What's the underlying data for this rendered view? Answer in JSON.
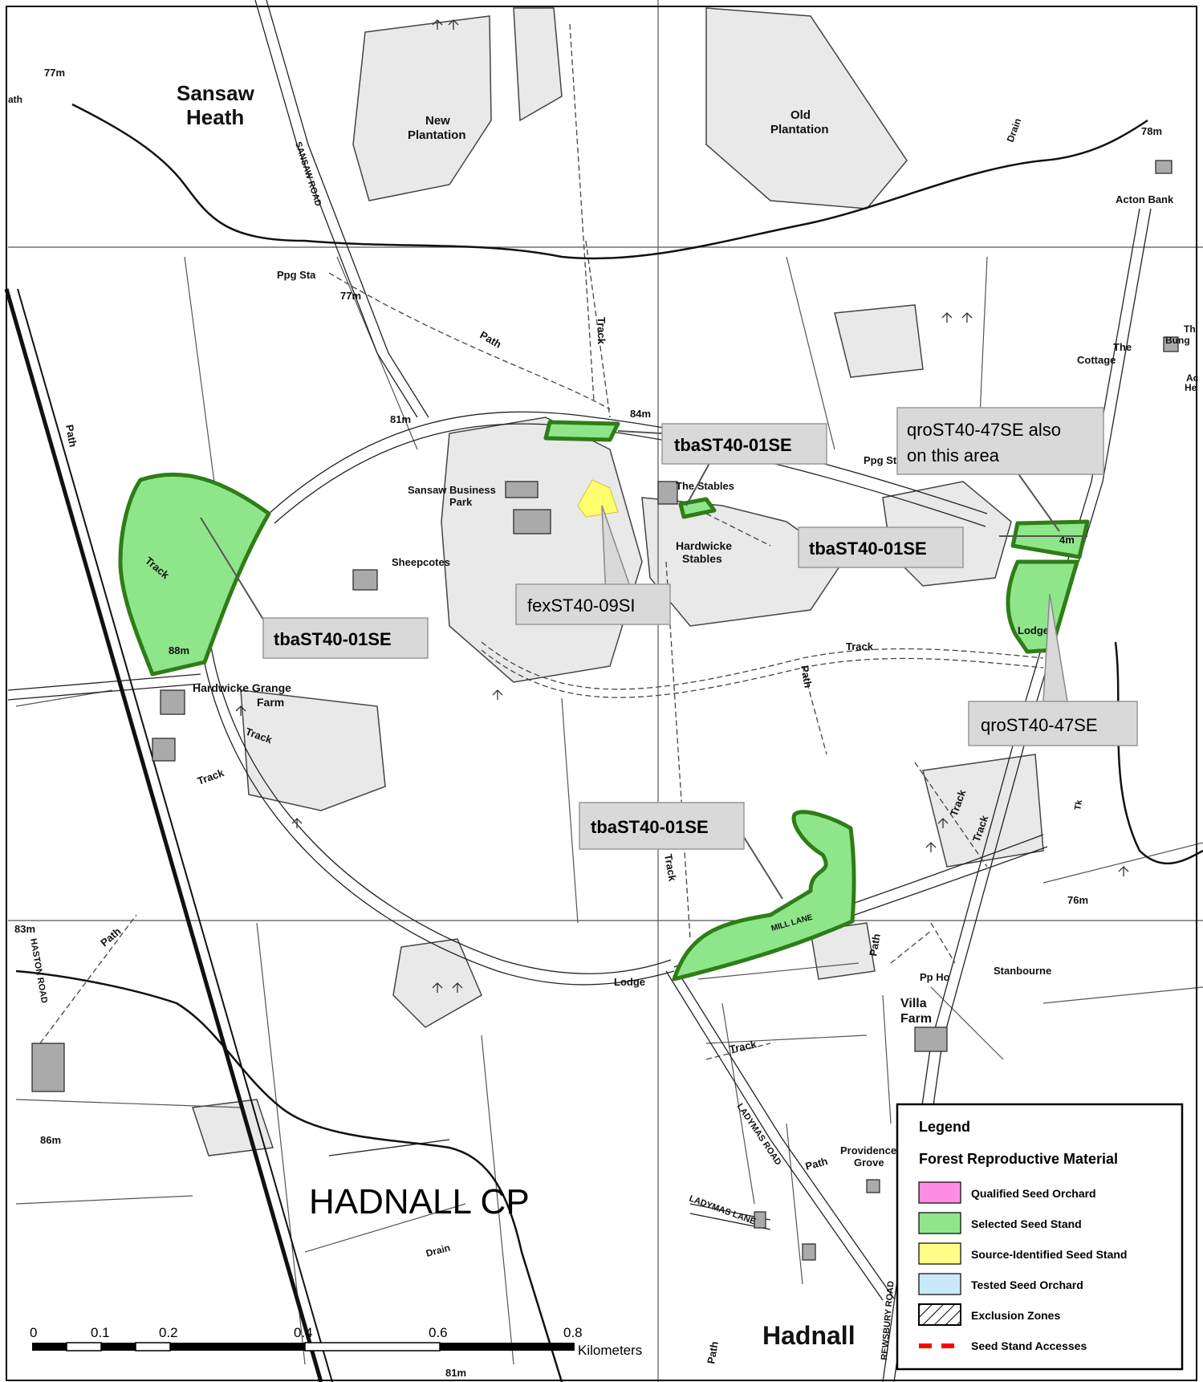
{
  "place_labels": {
    "sansaw_heath_1": "Sansaw",
    "sansaw_heath_2": "Heath",
    "new_plantation_1": "New",
    "new_plantation_2": "Plantation",
    "old_plantation_1": "Old",
    "old_plantation_2": "Plantation",
    "acton_bank": "Acton Bank",
    "the_cottage_1": "The",
    "the_cottage_2": "Cottage",
    "sansaw_business_park_1": "Sansaw Business",
    "sansaw_business_park_2": "Park",
    "sheepcotes": "Sheepcotes",
    "the_stables": "The Stables",
    "hardwicke_stables_1": "Hardwicke",
    "hardwicke_stables_2": "Stables",
    "hardwicke_grange_1": "Hardwicke Grange",
    "hardwicke_grange_2": "Farm",
    "lodge": "Lodge",
    "villa_farm_1": "Villa",
    "villa_farm_2": "Farm",
    "stanbourne": "Stanbourne",
    "providence_grove_1": "Providence",
    "providence_grove_2": "Grove",
    "hadnall_cp": "HADNALL CP",
    "hadnall": "Hadnall",
    "ppg_sta_1": "Ppg Sta",
    "ppg_sta_2": "Ppg St",
    "pp_ho": "Pp Ho",
    "sansaw_road": "SANSAW ROAD",
    "ladymas_road": "LADYMAS ROAD",
    "ladymas_lane": "LADYMAS LANE",
    "mill_lane": "MILL LANE",
    "shrewsbury_road": "REWSBURY ROAD",
    "haston_road": "HASTON ROAD",
    "track": "Track",
    "path": "Path",
    "drain": "Drain",
    "tk": "Tk",
    "bung": "Bung",
    "th": "Th",
    "ac": "Ac",
    "he": "He",
    "ath": "ath"
  },
  "elevations": {
    "e77a": "77m",
    "e77b": "77m",
    "e78": "78m",
    "e81a": "81m",
    "e84": "84m",
    "e88": "88m",
    "e76": "76m",
    "e83": "83m",
    "e86": "86m",
    "e81b": "81m",
    "e4m": "4m"
  },
  "callouts": {
    "tba_top": "tbaST40-01SE",
    "tba_left": "tbaST40-01SE",
    "tba_right": "tbaST40-01SE",
    "tba_bottom": "tbaST40-01SE",
    "fex": "fexST40-09SI",
    "qro_also_1": "qroST40-47SE also",
    "qro_also_2": "on this area",
    "qro": "qroST40-47SE"
  },
  "legend": {
    "title": "Legend",
    "subtitle": "Forest Reproductive Material",
    "items": [
      {
        "label": "Qualified Seed Orchard",
        "color": "#ff8de6"
      },
      {
        "label": "Selected Seed Stand",
        "color": "#8fe58a"
      },
      {
        "label": "Source-Identified Seed Stand",
        "color": "#ffff88"
      },
      {
        "label": "Tested Seed Orchard",
        "color": "#c9e9fb"
      },
      {
        "label": "Exclusion Zones",
        "color": "#ffffff"
      },
      {
        "label": "Seed Stand Accesses",
        "color": "#ff0000"
      }
    ]
  },
  "scale_bar": {
    "ticks": [
      "0",
      "0.1",
      "0.2",
      "0.4",
      "0.6",
      "0.8"
    ],
    "unit": "Kilometers"
  },
  "colors": {
    "selected_fill": "#8fe58a",
    "selected_stroke": "#2e7d17",
    "source_identified_fill": "#ffff6e",
    "woodland": "#e9e9e9",
    "callout_fill": "#d9d9d9"
  }
}
